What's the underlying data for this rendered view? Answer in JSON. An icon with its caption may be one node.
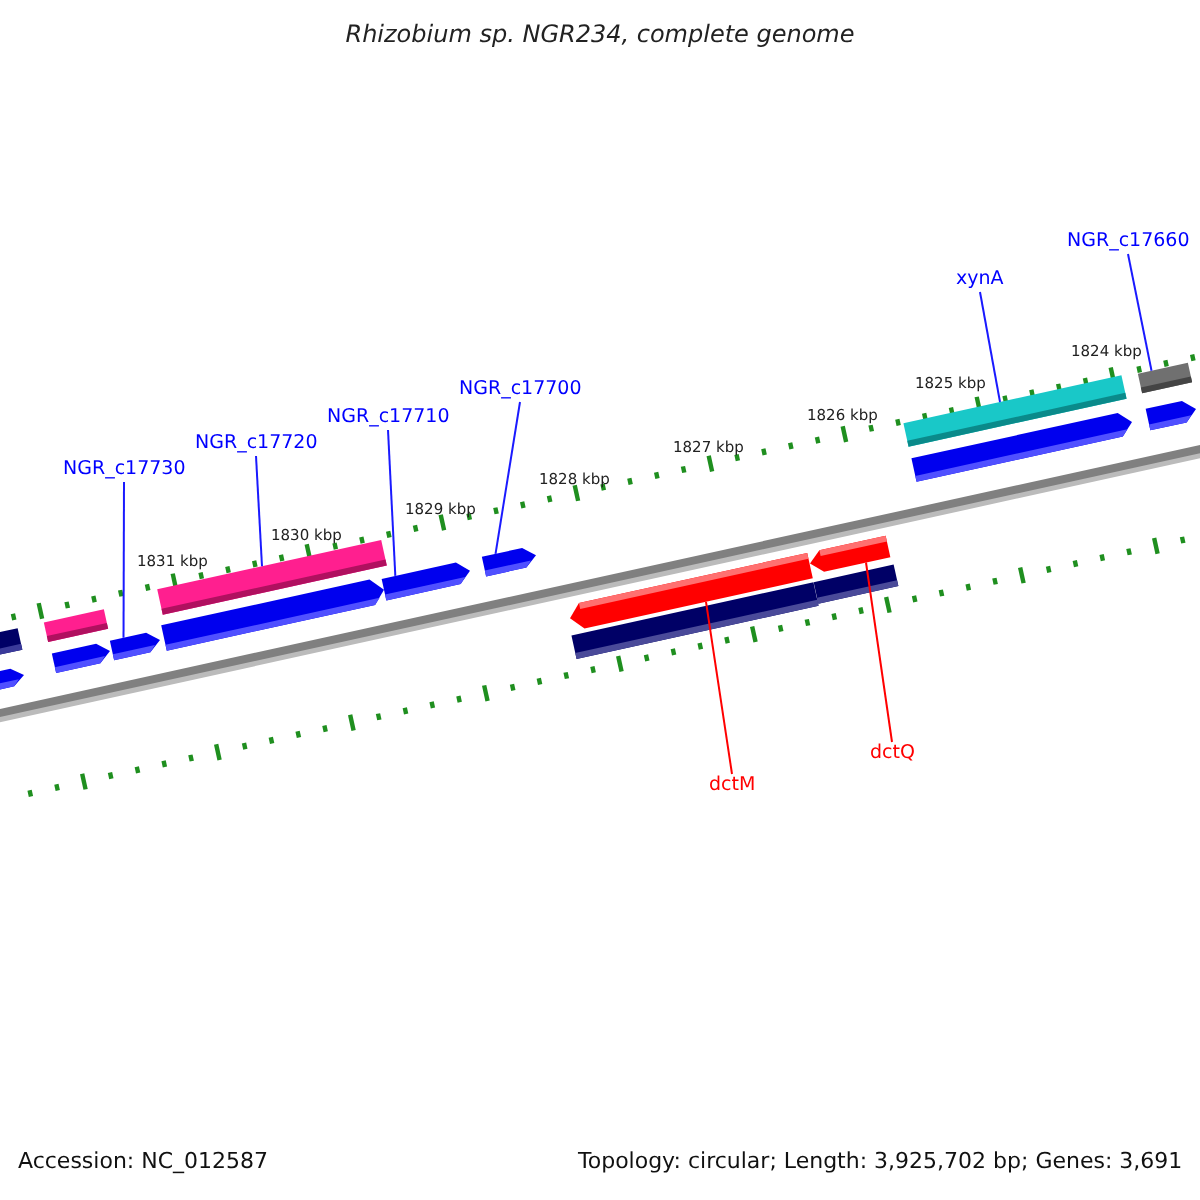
{
  "diagram": {
    "title": "Rhizobium sp. NGR234, complete genome",
    "nodes": [
      {
        "text": [
          "NGR_c17730"
        ]
      },
      {
        "text": [
          "NGR_c17720"
        ]
      },
      {
        "text": [
          "NGR_c17710"
        ]
      },
      {
        "text": [
          "NGR_c17700"
        ]
      },
      {
        "text": [
          "xynA"
        ]
      },
      {
        "text": [
          "NGR_c17660"
        ]
      },
      {
        "text": [
          "dctM"
        ]
      },
      {
        "text": [
          "dctQ"
        ]
      },
      {
        "text": [],
        "shape": "bar"
      },
      {
        "text": [],
        "shape": "arrow"
      },
      {
        "text": [],
        "shape": "bar"
      },
      {
        "text": [],
        "shape": "arrow"
      },
      {
        "text": [],
        "shape": "arrow"
      },
      {
        "text": [],
        "shape": "bar"
      },
      {
        "text": [],
        "shape": "arrow"
      },
      {
        "text": [],
        "shape": "arrow"
      },
      {
        "text": [],
        "shape": "arrow"
      },
      {
        "text": [],
        "shape": "arrow"
      },
      {
        "text": [],
        "shape": "bar"
      },
      {
        "text": [],
        "shape": "arrow"
      },
      {
        "text": [],
        "shape": "bar"
      },
      {
        "text": [],
        "shape": "bar"
      },
      {
        "text": [],
        "shape": "arrow"
      },
      {
        "text": [],
        "shape": "bar"
      },
      {
        "text": [],
        "shape": "arrow"
      }
    ],
    "edges": [
      {
        "from": 0,
        "to": 12,
        "arrow": "none"
      },
      {
        "from": 1,
        "to": 13,
        "arrow": "none"
      },
      {
        "from": 2,
        "to": 15,
        "arrow": "none"
      },
      {
        "from": 3,
        "to": 16,
        "arrow": "none"
      },
      {
        "from": 4,
        "to": 21,
        "arrow": "none"
      },
      {
        "from": 5,
        "to": 23,
        "arrow": "none"
      },
      {
        "from": 6,
        "to": 17,
        "arrow": "none",
        "color": "#ff0000"
      },
      {
        "from": 7,
        "to": 19,
        "arrow": "none",
        "color": "#ff0000"
      }
    ],
    "labels": [
      "1824 kbp",
      "1825 kbp",
      "1826 kbp",
      "1827 kbp",
      "1828 kbp",
      "1829 kbp",
      "1830 kbp",
      "1831 kbp",
      "Accession: NC_012587",
      "Topology: circular; Length: 3,925,702 bp; Genes: 3,691"
    ]
  }
}
